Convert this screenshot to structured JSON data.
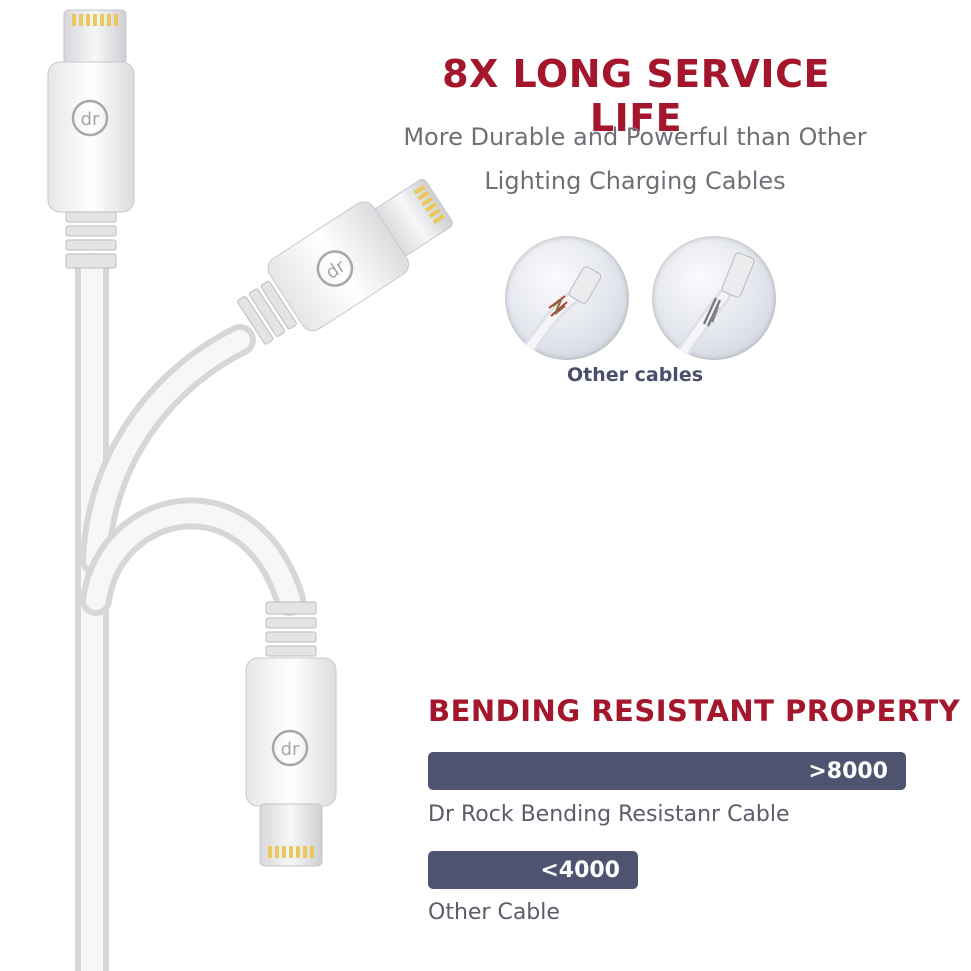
{
  "headline": "8X LONG SERVICE LIFE",
  "subtitle_lines": [
    "More Durable and Powerful than Other",
    "Lighting Charging Cables"
  ],
  "other_cables_caption": "Other cables",
  "bending": {
    "heading": "BENDING RESISTANT PROPERTY",
    "items": [
      {
        "value": ">8000",
        "label": "Dr Rock Bending Resistanr Cable"
      },
      {
        "value": "<4000",
        "label": "Other Cable"
      }
    ]
  },
  "colors": {
    "accent": "#a3162b",
    "bar": "#4e5470",
    "connector_pins": "#e9c95a"
  }
}
